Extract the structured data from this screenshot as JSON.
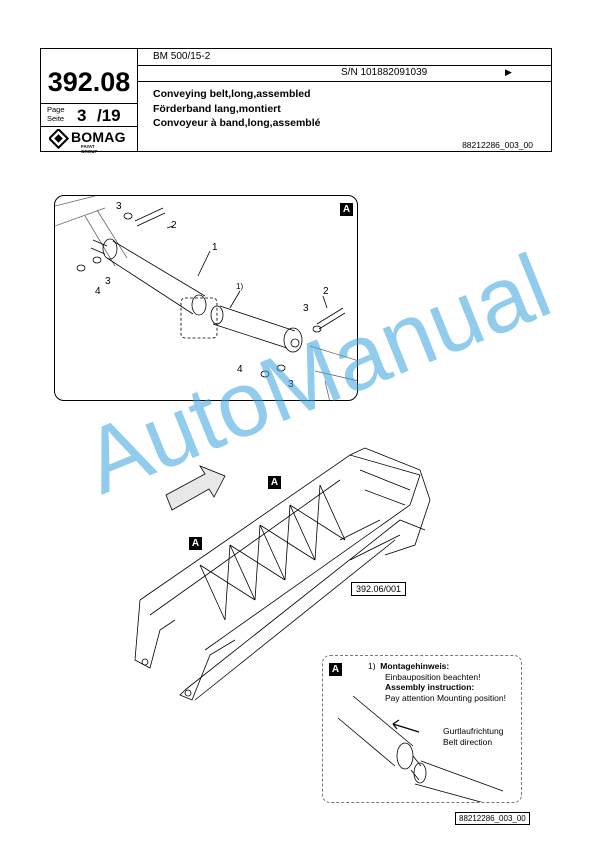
{
  "header": {
    "group_number": "392.08",
    "page_label_en": "Page",
    "page_label_de": "Seite",
    "page": "3",
    "page_total": "/19",
    "logo_text": "BOMAG",
    "logo_subtext": "FAYAT GROUP",
    "model": "BM 500/15-2",
    "serial": "S/N 101882091039",
    "serial_arrow": "▶",
    "title_en": "Conveying belt,long,assembled",
    "title_de": "Förderband lang,montiert",
    "title_fr": "Convoyeur à band,long,assemblé",
    "doc_number": "88212286_003_00"
  },
  "callout": {
    "tag": "A",
    "labels": [
      "1",
      "1)",
      "2",
      "2",
      "3",
      "3",
      "3",
      "3",
      "4",
      "4"
    ]
  },
  "frame": {
    "tag_1": "A",
    "tag_2": "A",
    "reference": "392.06/001"
  },
  "detail": {
    "tag": "A",
    "footnote_marker": "1)",
    "heading_de": "Montagehinweis:",
    "text_de": "Einbauposition beachten!",
    "heading_en": "Assembly instruction:",
    "text_en": "Pay attention Mounting position!",
    "direction_de": "Gurtlaufrichtung",
    "direction_en": "Belt direction"
  },
  "footer": {
    "doc_number": "88212286_003_00"
  },
  "watermark": "AutoManual",
  "colors": {
    "watermark": "#3aa3e0",
    "line": "#000000"
  }
}
